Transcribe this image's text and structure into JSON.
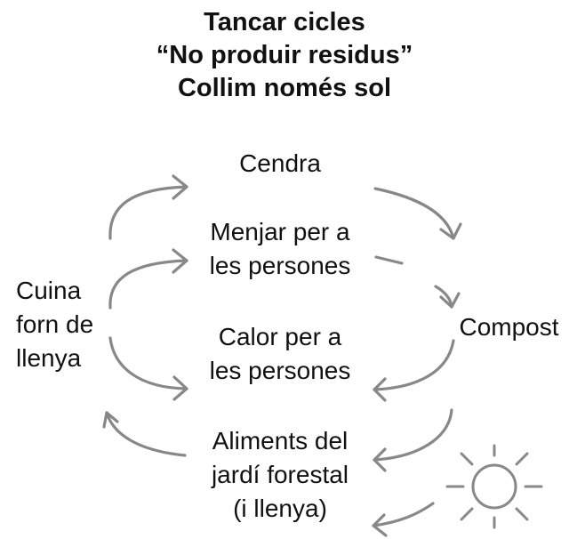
{
  "title": {
    "line1": "Tancar cicles",
    "line2": "“No produir residus”",
    "line3": "Collim només sol"
  },
  "nodes": {
    "cendra": "Cendra",
    "menjar_1": "Menjar per a",
    "menjar_2": "les persones",
    "calor_1": "Calor per a",
    "calor_2": "les persones",
    "cuina_1": "Cuina",
    "cuina_2": "forn de",
    "cuina_3": "llenya",
    "compost": "Compost",
    "aliments_1": "Aliments del",
    "aliments_2": "jardí forestal",
    "aliments_3": "(i llenya)"
  },
  "icons": [
    "sun-icon",
    "arrow-icon"
  ],
  "colors": {
    "arrow": "#888888",
    "text": "#111111"
  }
}
